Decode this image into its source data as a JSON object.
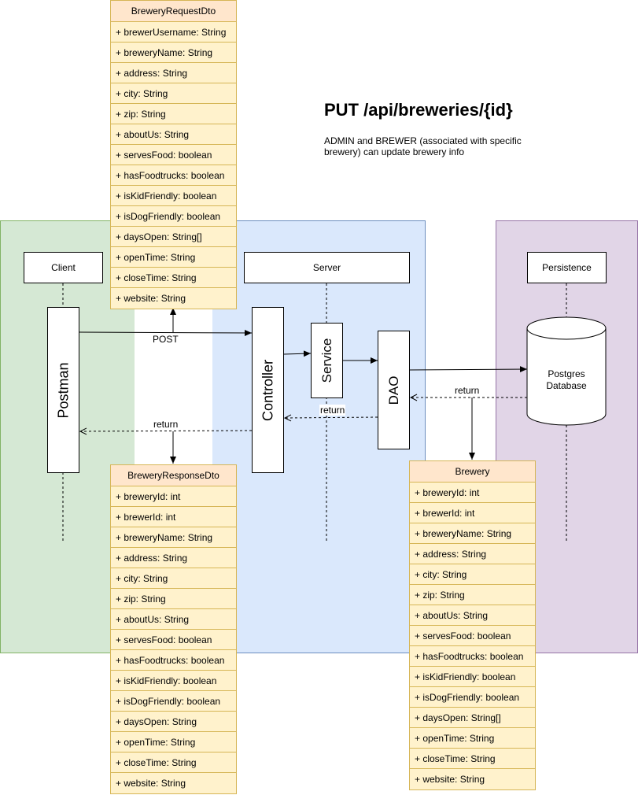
{
  "title": "PUT /api/breweries/{id}",
  "description": "ADMIN and BREWER (associated with specific brewery) can update brewery info",
  "lanes": {
    "client": "Client",
    "server": "Server",
    "persistence": "Persistence"
  },
  "participants": {
    "postman": "Postman",
    "controller": "Controller",
    "service": "Service",
    "dao": "DAO",
    "database": "Postgres Database"
  },
  "messages": {
    "post": "POST",
    "return_client": "return",
    "return_controller": "return",
    "return_dao": "return"
  },
  "classes": {
    "request": {
      "name": "BreweryRequestDto",
      "fields": [
        "+ brewerUsername: String",
        "+ breweryName: String",
        "+ address: String",
        "+ city: String",
        "+ zip: String",
        "+ aboutUs: String",
        "+ servesFood: boolean",
        "+ hasFoodtrucks: boolean",
        "+ isKidFriendly: boolean",
        "+ isDogFriendly: boolean",
        "+ daysOpen: String[]",
        "+ openTime: String",
        "+ closeTime: String",
        "+ website: String"
      ]
    },
    "response": {
      "name": "BreweryResponseDto",
      "fields": [
        "+ breweryId: int",
        "+ brewerId: int",
        "+ breweryName: String",
        "+ address: String",
        "+ city: String",
        "+ zip: String",
        "+ aboutUs: String",
        "+ servesFood: boolean",
        "+ hasFoodtrucks: boolean",
        "+ isKidFriendly: boolean",
        "+ isDogFriendly: boolean",
        "+ daysOpen: String",
        "+ openTime: String",
        "+ closeTime: String",
        "+ website: String"
      ]
    },
    "brewery": {
      "name": "Brewery",
      "fields": [
        "+ breweryId: int",
        "+ brewerId: int",
        "+ breweryName: String",
        "+ address: String",
        "+ city: String",
        "+ zip: String",
        "+ aboutUs: String",
        "+ servesFood: boolean",
        "+ hasFoodtrucks: boolean",
        "+ isKidFriendly: boolean",
        "+ isDogFriendly: boolean",
        "+ daysOpen: String[]",
        "+ openTime: String",
        "+ closeTime: String",
        "+ website: String"
      ]
    }
  }
}
